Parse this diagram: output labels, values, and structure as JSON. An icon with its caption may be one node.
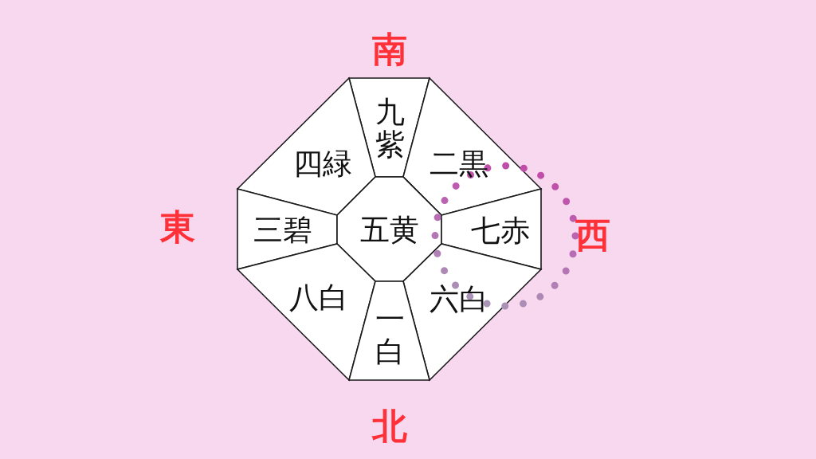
{
  "diagram": {
    "nodes": [
      {
        "text": [
          "九紫"
        ]
      },
      {
        "text": [
          "四緑"
        ]
      },
      {
        "text": [
          "二黒"
        ]
      },
      {
        "text": [
          "三碧"
        ]
      },
      {
        "text": [
          "五黄"
        ]
      },
      {
        "text": [
          "七赤"
        ]
      },
      {
        "text": [
          "八白"
        ]
      },
      {
        "text": [
          "六白"
        ]
      },
      {
        "text": [
          "一白"
        ]
      }
    ],
    "labels": [
      "南",
      "東",
      "西",
      "北"
    ]
  }
}
